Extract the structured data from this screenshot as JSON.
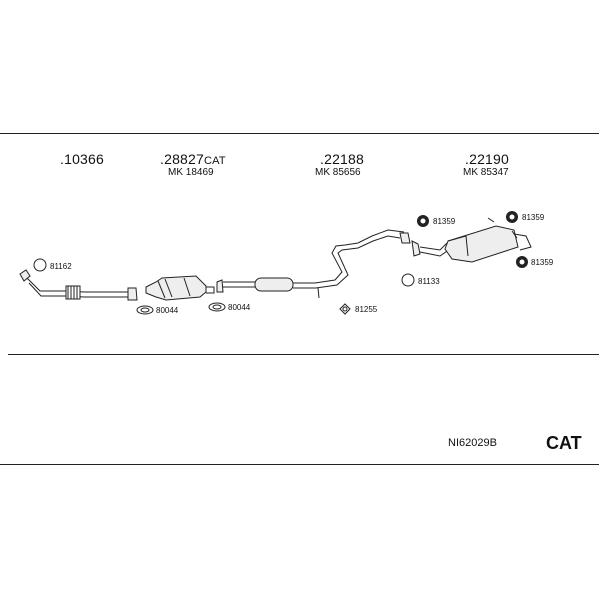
{
  "parts": [
    {
      "number": ".10366",
      "suffix": "",
      "mk": ""
    },
    {
      "number": ".28827",
      "suffix": "CAT",
      "mk": "MK 18469"
    },
    {
      "number": ".22188",
      "suffix": "",
      "mk": "MK 85656"
    },
    {
      "number": ".22190",
      "suffix": "",
      "mk": "MK 85347"
    }
  ],
  "fittings": {
    "ring_81162": "81162",
    "gasket_80044_a": "80044",
    "gasket_80044_b": "80044",
    "hanger_81255": "81255",
    "ring_81133": "81133",
    "mount_81359_a": "81359",
    "mount_81359_b": "81359",
    "mount_81359_c": "81359"
  },
  "reference": "NI62029B",
  "category": "CAT"
}
